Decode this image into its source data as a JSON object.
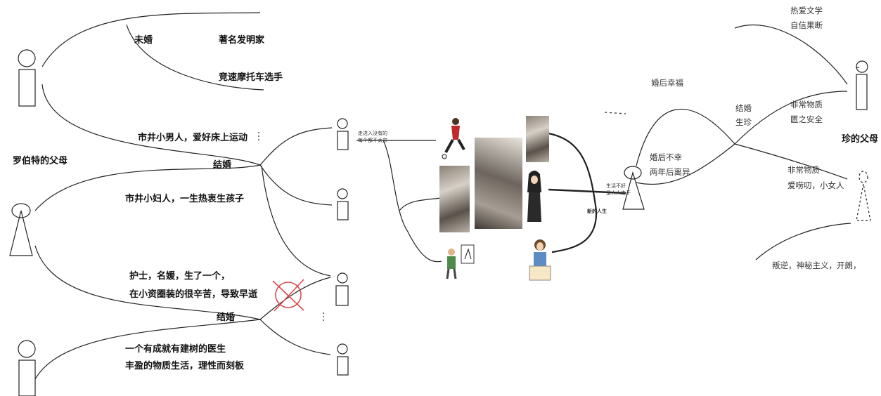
{
  "left": {
    "parents_label": "罗伯特的父母",
    "upper": {
      "unmarried": "未婚",
      "inventor": "著名发明家",
      "racer": "竞速摩托车选手",
      "father_desc": "市井小男人，爱好床上运动",
      "marry": "结婚",
      "mother_desc": "市井小妇人，一生热衷生孩子"
    },
    "lower": {
      "nurse_line1": "护士，名媛，生了一个，",
      "nurse_line2": "在小资圈装的很辛苦，导致早逝",
      "marry": "结婚",
      "doctor_line1": "一个有成就有建树的医生",
      "doctor_line2": "丰盈的物质生活，理性而刻板"
    }
  },
  "middle": {
    "left_note_line1": "走进入没有的",
    "left_note_line2": "每个都不太来",
    "right_note_line1": "生活不好",
    "right_note_line2": "是人人由于",
    "bottom_note": "新的人生"
  },
  "right": {
    "upper_branch": "婚后幸福",
    "lower_branch_line1": "婚后不幸",
    "lower_branch_line2": "两年后离异",
    "marry_line1": "结婚",
    "marry_line2": "生珍",
    "top_line1": "热爱文学",
    "top_line2": "自信果断",
    "father_line1": "非常物质",
    "father_line2": "匮之安全",
    "parents_label": "珍的父母",
    "mother_line1": "非常物质",
    "mother_line2": "爱唠叨，小女人",
    "bottom_note": "叛逆，神秘主义，开朗，"
  },
  "colors": {
    "line": "#222222",
    "cross": "#d84a4a"
  }
}
